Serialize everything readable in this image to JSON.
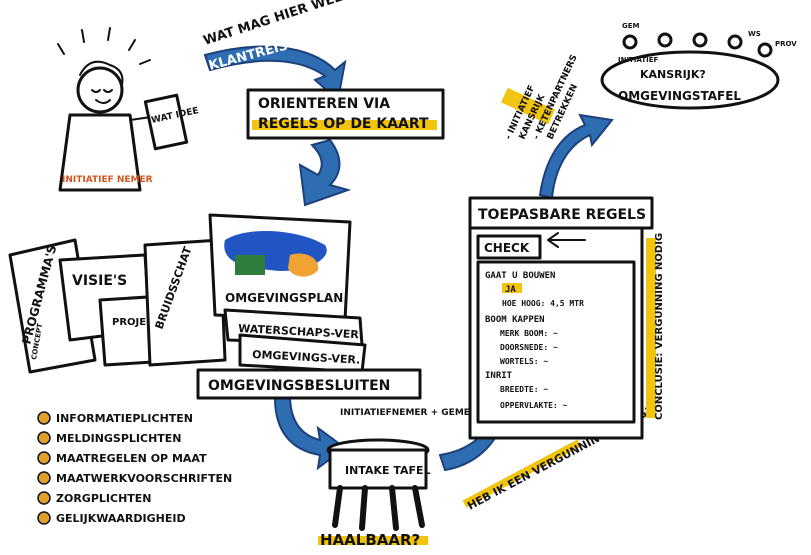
{
  "top_question": "WAT MAG HIER WEL EN NIET?",
  "klantreis": "KLANTREIS",
  "initiatiefnemer": {
    "label": "INITIATIEF NEMER",
    "paper_label": "WAT IDEE"
  },
  "orienteren": {
    "line1": "ORIENTEREN VIA",
    "line2": "REGELS OP DE KAART"
  },
  "documents": {
    "programmas": "PROGRAMMA'S",
    "concept": "CONCEPT",
    "visies": "VISIE'S",
    "projectbesluit": "PROJECT-BESLUIT",
    "bruidsschat": "BRUIDSSCHAT",
    "omgevingsplan": "OMGEVINGSPLAN",
    "waterschaps": "WATERSCHAPS-VER.",
    "omgevings_ver": "OMGEVINGS-VER."
  },
  "omgevingsbesluiten": "OMGEVINGSBESLUITEN",
  "bullets": [
    "INFORMATIEPLICHTEN",
    "MELDINGSPLICHTEN",
    "MAATREGELEN OP MAAT",
    "MAATWERKVOORSCHRIFTEN",
    "ZORGPLICHTEN",
    "GELIJKWAARDIGHEID"
  ],
  "intake": {
    "above": "INITIATIEFNEMER + GEMEENTE",
    "label": "INTAKE TAFEL",
    "haalbaar": "HAALBAAR?"
  },
  "heb_ik": "HEB IK EEN VERGUNNING NODIG?",
  "toepasbare_regels": "TOEPASBARE REGELS",
  "check": "CHECK",
  "checklist": {
    "gaat_bouwen": "GAAT U BOUWEN",
    "ja": "JA",
    "hoe_hoog": "HOE HOOG: 4,5 MTR",
    "boom_kappen": "BOOM KAPPEN",
    "merk_boom": "MERK BOOM: ~",
    "doorsnede": "DOORSNEDE: ~",
    "wortels": "WORTELS: ~",
    "inrit": "INRIT",
    "breedte": "BREEDTE: ~",
    "oppervlakte": "OPPERVLAKTE: ~"
  },
  "conclusie": "CONCLUSIE: VERGUNNING NODIG",
  "omgevingstafel": {
    "initiatief": "INITIATIEF",
    "kansrijk": "KANSRIJK?",
    "label": "OMGEVINGSTAFEL",
    "gem": "GEM",
    "ws": "WS",
    "prov": "PROV"
  },
  "initiatief_notes": [
    "- INITIATIEF",
    "KANSRIJK",
    "- KETENPARTNERS",
    "BETREKKEN"
  ],
  "colors": {
    "arrow_blue": "#2f6db3",
    "highlight_yellow": "#f1c40f",
    "bullet_orange": "#e0a02a",
    "label_red": "#d2541f"
  }
}
